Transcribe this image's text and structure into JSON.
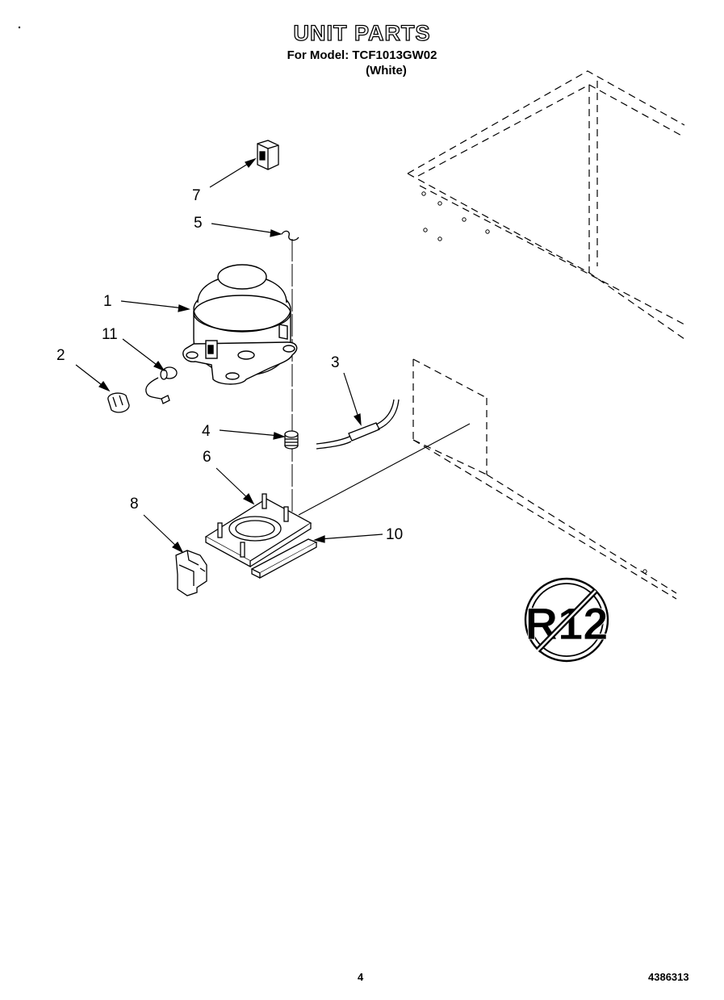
{
  "header": {
    "title": "UNIT PARTS",
    "model_line": "For Model: TCF1013GW02",
    "color_line": "(White)"
  },
  "callouts": [
    "1",
    "2",
    "3",
    "4",
    "5",
    "6",
    "7",
    "8",
    "10",
    "11"
  ],
  "badge": {
    "text": "R12"
  },
  "footer": {
    "page_number": "4",
    "document_number": "4386313"
  }
}
